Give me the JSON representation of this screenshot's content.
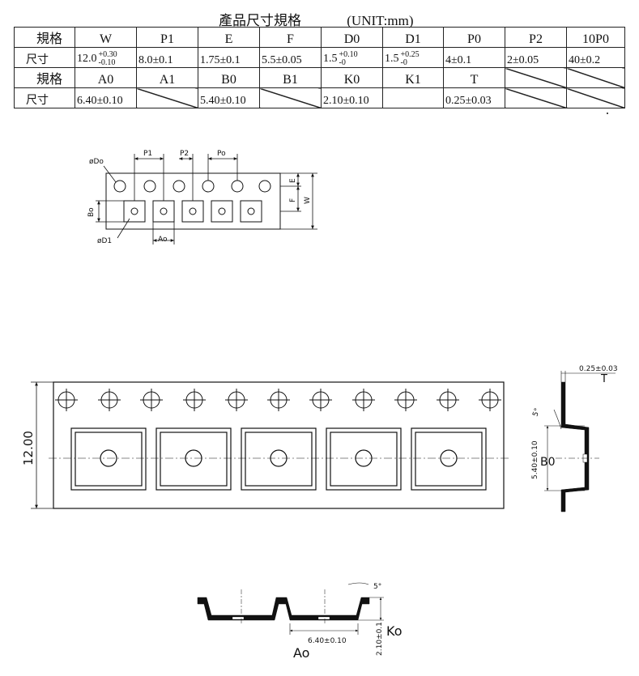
{
  "title": "產品尺寸規格",
  "unit": "(UNIT:mm)",
  "table": {
    "row1_header": "規格",
    "row1": [
      "W",
      "P1",
      "E",
      "F",
      "D0",
      "D1",
      "P0",
      "P2",
      "10P0"
    ],
    "row2_header": "尺寸",
    "row2": [
      {
        "base": "12.0",
        "plus": "+0.30",
        "minus": "-0.10"
      },
      {
        "base": "8.0±0.1"
      },
      {
        "base": "1.75±0.1"
      },
      {
        "base": "5.5±0.05"
      },
      {
        "base": "1.5",
        "plus": "+0.10",
        "minus": "-0"
      },
      {
        "base": "1.5",
        "plus": "+0.25",
        "minus": "-0"
      },
      {
        "base": "4±0.1"
      },
      {
        "base": "2±0.05"
      },
      {
        "base": "40±0.2"
      }
    ],
    "row3_header": "規格",
    "row3": [
      "A0",
      "A1",
      "B0",
      "B1",
      "K0",
      "K1",
      "T",
      "",
      ""
    ],
    "row4_header": "尺寸",
    "row4": [
      "6.40±0.10",
      "",
      "5.40±0.10",
      "",
      "2.10±0.10",
      "",
      "0.25±0.03",
      "",
      ""
    ]
  },
  "small_drawing": {
    "d0_label": "øDo",
    "d1_label": "øD1",
    "p1_label": "P1",
    "p2_label": "P2",
    "p0_label": "Po",
    "e_label": "E",
    "f_label": "F",
    "w_label": "W",
    "b0_label": "Bo",
    "a0_label": "Ao"
  },
  "large_drawing": {
    "width_dim": "12.00"
  },
  "side_view": {
    "t_value": "0.25±0.03",
    "t_label": "T",
    "angle": "5°",
    "b0_value": "5.40±0.10",
    "b0_label": "B0"
  },
  "section_view": {
    "angle": "5°",
    "a0_value": "6.40±0.10",
    "a0_label": "Ao",
    "k0_value": "2.10±0.1",
    "k0_label": "Ko"
  }
}
